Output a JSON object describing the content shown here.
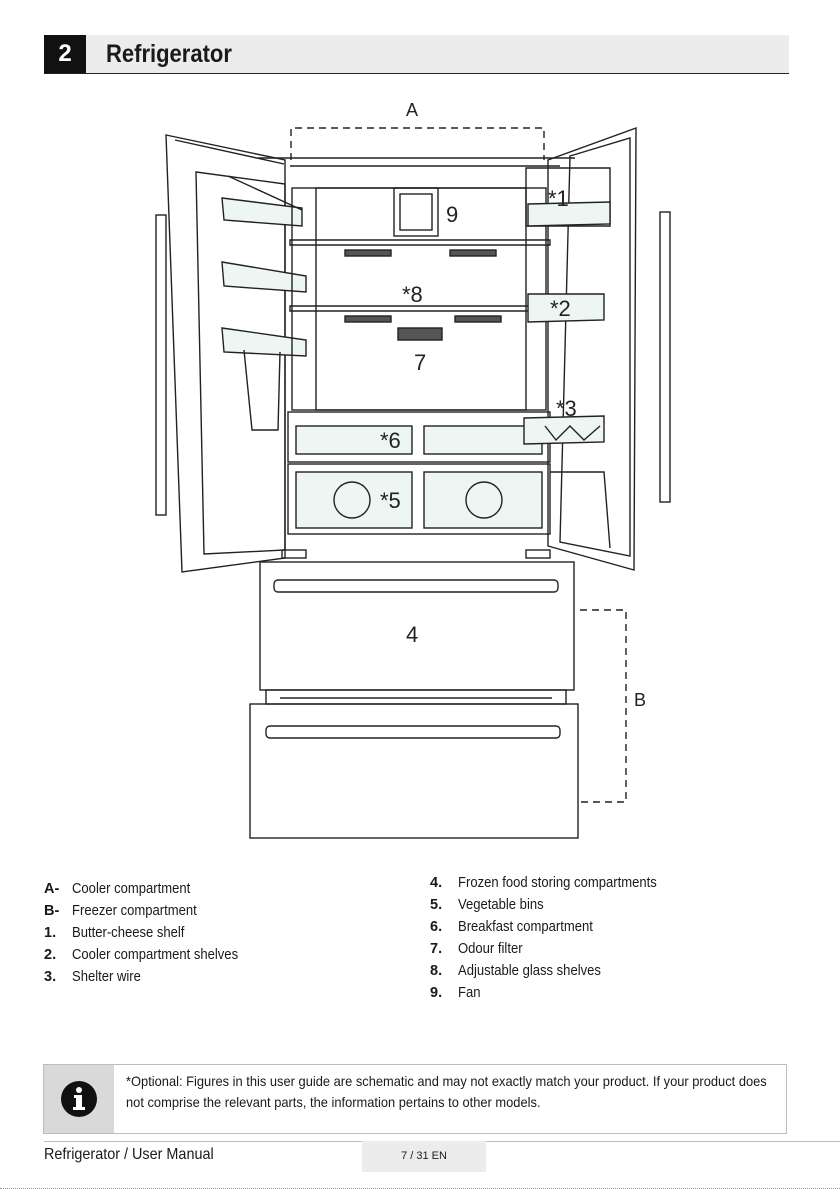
{
  "section": {
    "number": "2",
    "title": "Refrigerator"
  },
  "figure": {
    "labels": {
      "a": "A",
      "b": "B",
      "n1": "*1",
      "n2": "*2",
      "n3": "*3",
      "n4": "4",
      "n5": "*5",
      "n6": "*6",
      "n7": "7",
      "n8": "*8",
      "n9": "9"
    }
  },
  "legend": {
    "left": [
      {
        "key": "A-",
        "text": "Cooler compartment"
      },
      {
        "key": "B-",
        "text": "Freezer compartment"
      },
      {
        "key": "1.",
        "text": "Butter-cheese shelf"
      },
      {
        "key": "2.",
        "text": "Cooler compartment shelves"
      },
      {
        "key": "3.",
        "text": "Shelter wire"
      }
    ],
    "right": [
      {
        "key": "4.",
        "text": "Frozen food storing compartments"
      },
      {
        "key": "5.",
        "text": "Vegetable bins"
      },
      {
        "key": "6.",
        "text": "Breakfast compartment"
      },
      {
        "key": "7.",
        "text": "Odour filter"
      },
      {
        "key": "8.",
        "text": "Adjustable glass shelves"
      },
      {
        "key": "9.",
        "text": "Fan"
      }
    ]
  },
  "note": {
    "icon": "info-icon",
    "text": "*Optional: Figures in this user guide are schematic and may not exactly match your product. If your product does not comprise the relevant parts, the information pertains to other models."
  },
  "footer": {
    "left": "Refrigerator / User Manual",
    "page": "7 / 31  EN"
  }
}
